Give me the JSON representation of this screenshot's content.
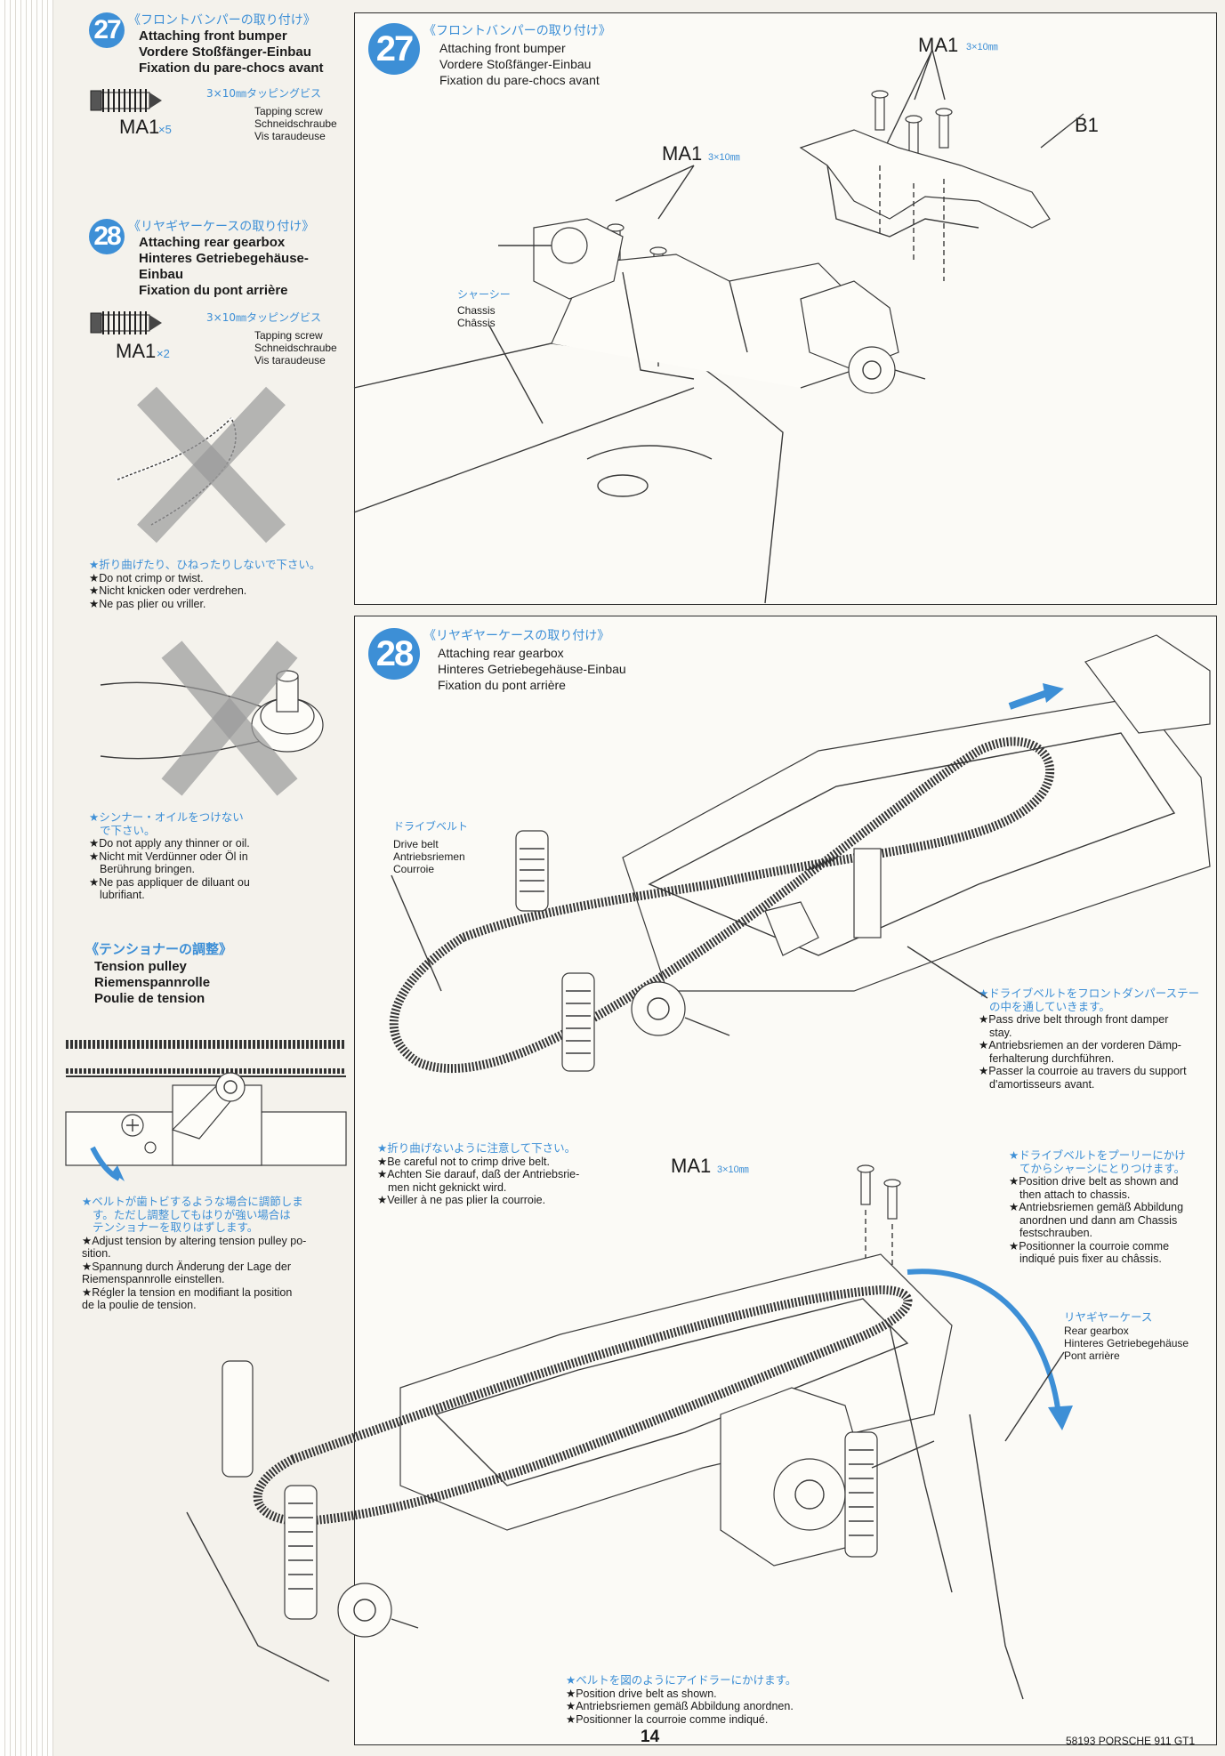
{
  "colors": {
    "accent": "#3d8fd6",
    "paper": "#f4f2ec",
    "line": "#2b2b2b"
  },
  "left": {
    "step27": {
      "number": "27",
      "jp_title": "《フロントバンパーの取り付け》",
      "en": "Attaching front bumper",
      "de": "Vordere Stoßfänger-Einbau",
      "fr": "Fixation du pare-chocs avant",
      "screw_spec": "3×10㎜タッピングビス",
      "part": "MA1",
      "qty": "×5",
      "screw_en": "Tapping screw",
      "screw_de": "Schneidschraube",
      "screw_fr": "Vis taraudeuse"
    },
    "step28": {
      "number": "28",
      "jp_title": "《リヤギヤーケースの取り付け》",
      "en": "Attaching rear gearbox",
      "de": "Hinteres Getriebegehäuse-Einbau",
      "fr": "Fixation du pont arrière",
      "screw_spec": "3×10㎜タッピングビス",
      "part": "MA1",
      "qty": "×2",
      "screw_en": "Tapping screw",
      "screw_de": "Schneidschraube",
      "screw_fr": "Vis taraudeuse"
    },
    "note_crimp": {
      "jp": "★折り曲げたり、ひねったりしないで下さい。",
      "en": "★Do not crimp or twist.",
      "de": "★Nicht knicken oder verdrehen.",
      "fr": "★Ne pas plier ou vriller."
    },
    "note_thinner": {
      "jp1": "★シンナー・オイルをつけない",
      "jp2": "で下さい。",
      "en": "★Do not apply any thinner or oil.",
      "de1": "★Nicht mit Verdünner oder Öl in",
      "de2": "Berührung bringen.",
      "fr1": "★Ne pas appliquer de diluant ou",
      "fr2": "lubrifiant."
    },
    "tension": {
      "jp_title": "《テンショナーの調整》",
      "en": "Tension pulley",
      "de": "Riemenspannrolle",
      "fr": "Poulie de tension"
    },
    "note_tension": {
      "jp1": "★ベルトが歯トビするような場合に調節しま",
      "jp2": "す。ただし調整してもはりが強い場合は",
      "jp3": "テンショナーを取りはずします。",
      "en1": "★Adjust tension by altering tension pulley po-",
      "en2": "sition.",
      "de1": "★Spannung durch Änderung der Lage der",
      "de2": "Riemenspannrolle einstellen.",
      "fr1": "★Régler la tension en modifiant la position",
      "fr2": "de la poulie de tension."
    }
  },
  "panel27": {
    "number": "27",
    "jp_title": "《フロントバンパーの取り付け》",
    "en": "Attaching front bumper",
    "de": "Vordere Stoßfänger-Einbau",
    "fr": "Fixation du pare-chocs avant",
    "part_top": "MA1",
    "spec_top": "3×10㎜",
    "part_left": "MA1",
    "spec_left": "3×10㎜",
    "part_b1": "B1",
    "chassis_jp": "シャーシー",
    "chassis_en": "Chassis",
    "chassis_fr": "Châssis"
  },
  "panel28": {
    "number": "28",
    "jp_title": "《リヤギヤーケースの取り付け》",
    "en": "Attaching rear gearbox",
    "de": "Hinteres Getriebegehäuse-Einbau",
    "fr": "Fixation du pont arrière",
    "belt_jp": "ドライブベルト",
    "belt_en": "Drive belt",
    "belt_de": "Antriebsriemen",
    "belt_fr": "Courroie",
    "pass_note": {
      "jp1": "★ドライブベルトをフロントダンパーステー",
      "jp2": "の中を通していきます。",
      "en1": "★Pass drive belt through front damper",
      "en2": "stay.",
      "de1": "★Antriebsriemen an der vorderen Dämp-",
      "de2": "ferhalterung durchführen.",
      "fr1": "★Passer la courroie au travers du support",
      "fr2": "d'amortisseurs avant."
    },
    "crimp_note": {
      "jp": "★折り曲げないように注意して下さい。",
      "en": "★Be careful not to crimp drive belt.",
      "de1": "★Achten Sie darauf, daß der Antriebsrie-",
      "de2": "men nicht geknickt wird.",
      "fr": "★Veiller à ne pas plier la courroie."
    },
    "part_ma1": "MA1",
    "spec_ma1": "3×10㎜",
    "position_note": {
      "jp1": "★ドライブベルトをプーリーにかけ",
      "jp2": "てからシャーシにとりつけます。",
      "en1": "★Position drive belt as shown and",
      "en2": "then attach to chassis.",
      "de1": "★Antriebsriemen gemäß Abbildung",
      "de2": "anordnen und dann am Chassis",
      "de3": "festschrauben.",
      "fr1": "★Positionner la courroie comme",
      "fr2": "indiqué puis fixer au châssis."
    },
    "gearbox_label": {
      "jp": "リヤギヤーケース",
      "en": "Rear gearbox",
      "de": "Hinteres Getriebegehäuse",
      "fr": "Pont arrière"
    },
    "idler_note": {
      "jp": "★ベルトを図のようにアイドラーにかけます。",
      "en": "★Position drive belt as shown.",
      "de": "★Antriebsriemen gemäß Abbildung anordnen.",
      "fr": "★Positionner la courroie comme indiqué."
    }
  },
  "footer": {
    "page_number": "14",
    "model": "58193 PORSCHE 911 GT1"
  }
}
